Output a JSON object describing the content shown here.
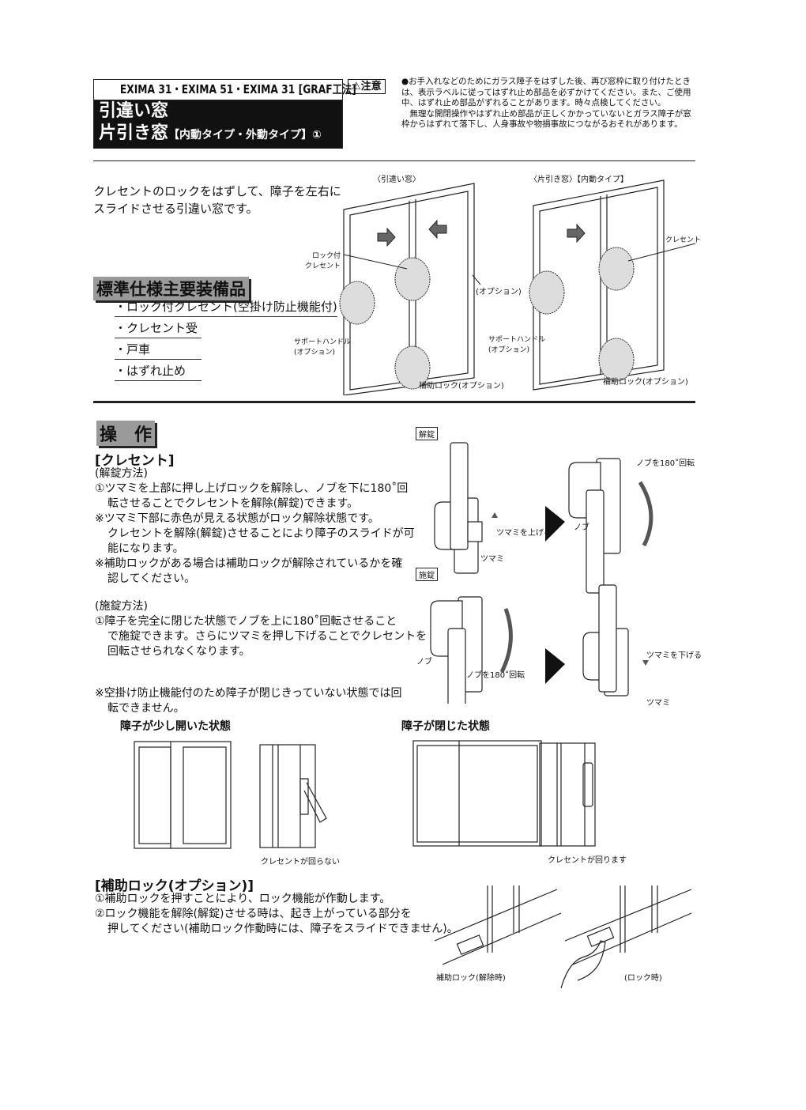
{
  "header": {
    "model": "EXIMA 31・EXIMA 51・EXIMA 31 [GRAF工法]",
    "title_line1": "引違い窓",
    "title_line2_main": "片引き窓",
    "title_line2_sub": "【内動タイプ・外動タイプ】①"
  },
  "caution": {
    "badge": "⚠注意",
    "para1": "●お手入れなどのためにガラス障子をはずした後、再び窓枠に取り付けたときは、表示ラベルに従ってはずれ止め部品を必ずかけてください。また、ご使用中、はずれ止め部品がずれることがあります。時々点検してください。",
    "para2": "無理な開閉操作やはずれ止め部品が正しくかかっていないとガラス障子が窓枠からはずれて落下し、人身事故や物損事故につながるおそれがあります。"
  },
  "intro": {
    "line1": "クレセントのロックをはずして、障子を左右に",
    "line2": "スライドさせる引違い窓です。"
  },
  "equipment": {
    "heading": "標準仕様主要装備品",
    "items": [
      "・ロック付クレセント(空掛け防止機能付)",
      "・クレセント受",
      "・戸車",
      "・はずれ止め"
    ]
  },
  "diagram_left": {
    "caption": "〈引違い窓〉",
    "lock_crescent": "ロック付\nクレセント",
    "option": "(オプション)",
    "support_handle": "サポートハンドル\n(オプション)",
    "aux_lock": "補助ロック(オプション)"
  },
  "diagram_right": {
    "caption": "〈片引き窓〉【内動タイプ】",
    "crescent": "クレセント",
    "support_handle": "サポートハンドル\n(オプション)",
    "aux_lock": "補助ロック(オプション)"
  },
  "operation": {
    "heading": "操　作",
    "crescent_heading": "[クレセント]",
    "unlock_heading": "(解錠方法)",
    "unlock_lines": [
      "①ツマミを上部に押し上げロックを解除し、ノブを下に180˚回",
      "転させることでクレセントを解除(解錠)できます。",
      "※ツマミ下部に赤色が見える状態がロック解除状態です。",
      "クレセントを解除(解錠)させることにより障子のスライドが可",
      "能になります。",
      "※補助ロックがある場合は補助ロックが解除されているかを確",
      "認してください。"
    ],
    "lock_heading": "(施錠方法)",
    "lock_lines": [
      "①障子を完全に閉じた状態でノブを上に180˚回転させること",
      "で施錠できます。さらにツマミを押し下げることでクレセントを",
      "回転させられなくなります。"
    ],
    "note_lines": [
      "※空掛け防止機能付のため障子が閉じきっていない状態では回",
      "転できません。"
    ]
  },
  "crescent_figs": {
    "unlock_tag": "解錠",
    "lock_tag": "施錠",
    "raise_knob": "ツマミを上げる",
    "knob": "ツマミ",
    "rotate_knob": "ノブを180˚回転",
    "handle": "ノブ",
    "lower_knob": "ツマミを下げる"
  },
  "states": {
    "open_heading": "障子が少し開いた状態",
    "open_caption": "クレセントが回らない",
    "closed_heading": "障子が閉じた状態",
    "closed_caption": "クレセントが回ります"
  },
  "aux_lock": {
    "heading": "[補助ロック(オプション)]",
    "line1": "①補助ロックを押すことにより、ロック機能が作動します。",
    "line2": "②ロック機能を解除(解錠)させる時は、起き上がっている部分を",
    "line3": "押してください(補助ロック作動時には、障子をスライドできません)。",
    "released_label": "補助ロック(解除時)",
    "locked_label": "(ロック時)"
  }
}
